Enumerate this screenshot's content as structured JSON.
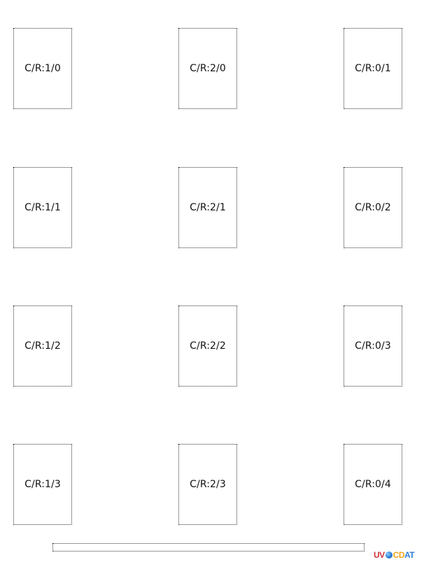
{
  "cells": [
    {
      "label": "C/R:1/0"
    },
    {
      "label": "C/R:2/0"
    },
    {
      "label": "C/R:0/1"
    },
    {
      "label": "C/R:1/1"
    },
    {
      "label": "C/R:2/1"
    },
    {
      "label": "C/R:0/2"
    },
    {
      "label": "C/R:1/2"
    },
    {
      "label": "C/R:2/2"
    },
    {
      "label": "C/R:0/3"
    },
    {
      "label": "C/R:1/3"
    },
    {
      "label": "C/R:2/3"
    },
    {
      "label": "C/R:0/4"
    }
  ],
  "logo": {
    "part1": "UV",
    "part2": "CD",
    "part3": "AT",
    "colors": {
      "uv": "#d0343a",
      "cd": "#f2a51b",
      "at": "#2f7fd4"
    }
  }
}
